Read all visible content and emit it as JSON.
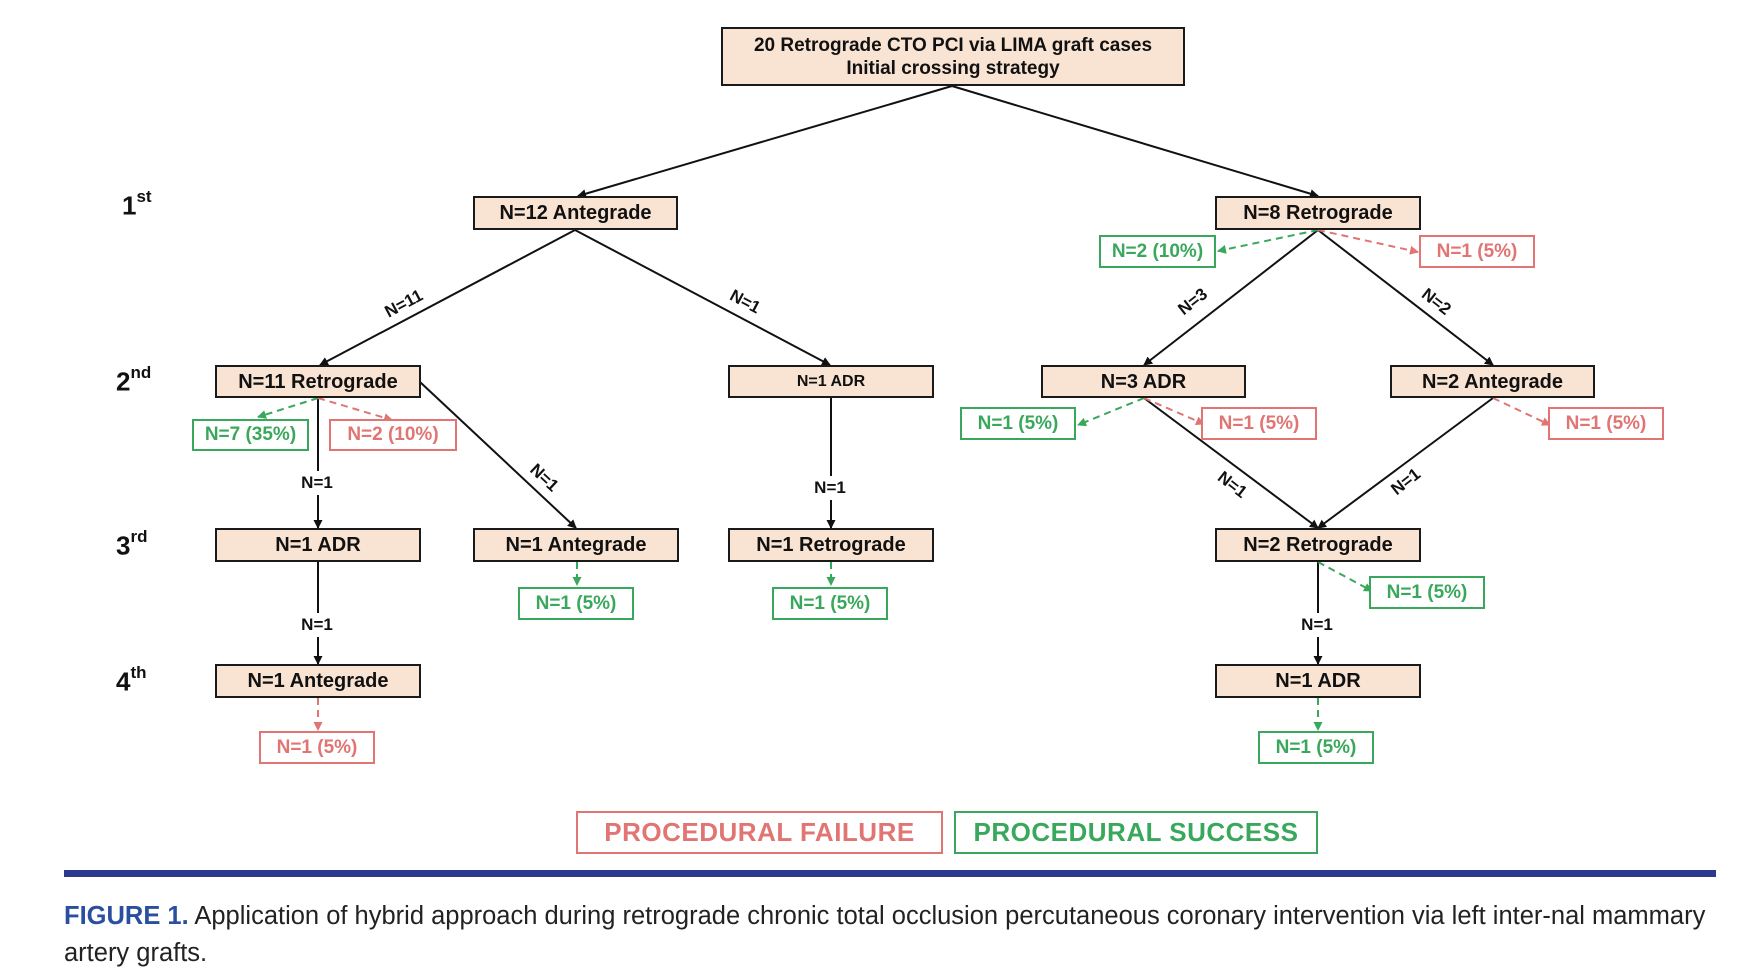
{
  "root": {
    "line1": "20 Retrograde CTO PCI via LIMA graft cases",
    "line2": "Initial crossing strategy"
  },
  "levels": [
    {
      "num": "1",
      "suffix": "st"
    },
    {
      "num": "2",
      "suffix": "nd"
    },
    {
      "num": "3",
      "suffix": "rd"
    },
    {
      "num": "4",
      "suffix": "th"
    }
  ],
  "nodes": {
    "antegrade12": "N=12 Antegrade",
    "retrograde8": "N=8 Retrograde",
    "retrograde11": "N=11 Retrograde",
    "adr1_top": "N=1 ADR",
    "adr3": "N=3 ADR",
    "antegrade2": "N=2 Antegrade",
    "adr1_left": "N=1 ADR",
    "antegrade1_mid": "N=1 Antegrade",
    "retrograde1": "N=1 Retrograde",
    "retrograde2": "N=2 Retrograde",
    "antegrade1_bottom": "N=1 Antegrade",
    "adr1_bottom": "N=1 ADR"
  },
  "edge_labels": {
    "n11": "N=11",
    "n1_a": "N=1",
    "n3": "N=3",
    "n2": "N=2",
    "n1_b": "N=1",
    "n1_c": "N=1",
    "n1_d": "N=1",
    "n1_e": "N=1",
    "n1_f": "N=1",
    "n1_g": "N=1",
    "n1_h": "N=1"
  },
  "results": {
    "r8_success": "N=2 (10%)",
    "r8_failure": "N=1 (5%)",
    "r11_success": "N=7 (35%)",
    "r11_failure": "N=2 (10%)",
    "adr3_success": "N=1 (5%)",
    "adr3_failure": "N=1 (5%)",
    "ant2_failure": "N=1 (5%)",
    "ant1_success": "N=1 (5%)",
    "ret1_success": "N=1 (5%)",
    "ret2_success": "N=1 (5%)",
    "ant1b_failure": "N=1 (5%)",
    "adr1b_success": "N=1 (5%)"
  },
  "legend": {
    "failure": "PROCEDURAL FAILURE",
    "success": "PROCEDURAL SUCCESS"
  },
  "colors": {
    "success": "#3aa85c",
    "failure": "#e07573",
    "node_fill": "#f9e3d2",
    "rule": "#2b3a8c",
    "figure_label": "#2b4fa0"
  },
  "caption": {
    "label": "FIGURE 1.",
    "text": " Application of hybrid approach during retrograde chronic total occlusion percutaneous coronary intervention via left inter-nal mammary artery grafts."
  }
}
